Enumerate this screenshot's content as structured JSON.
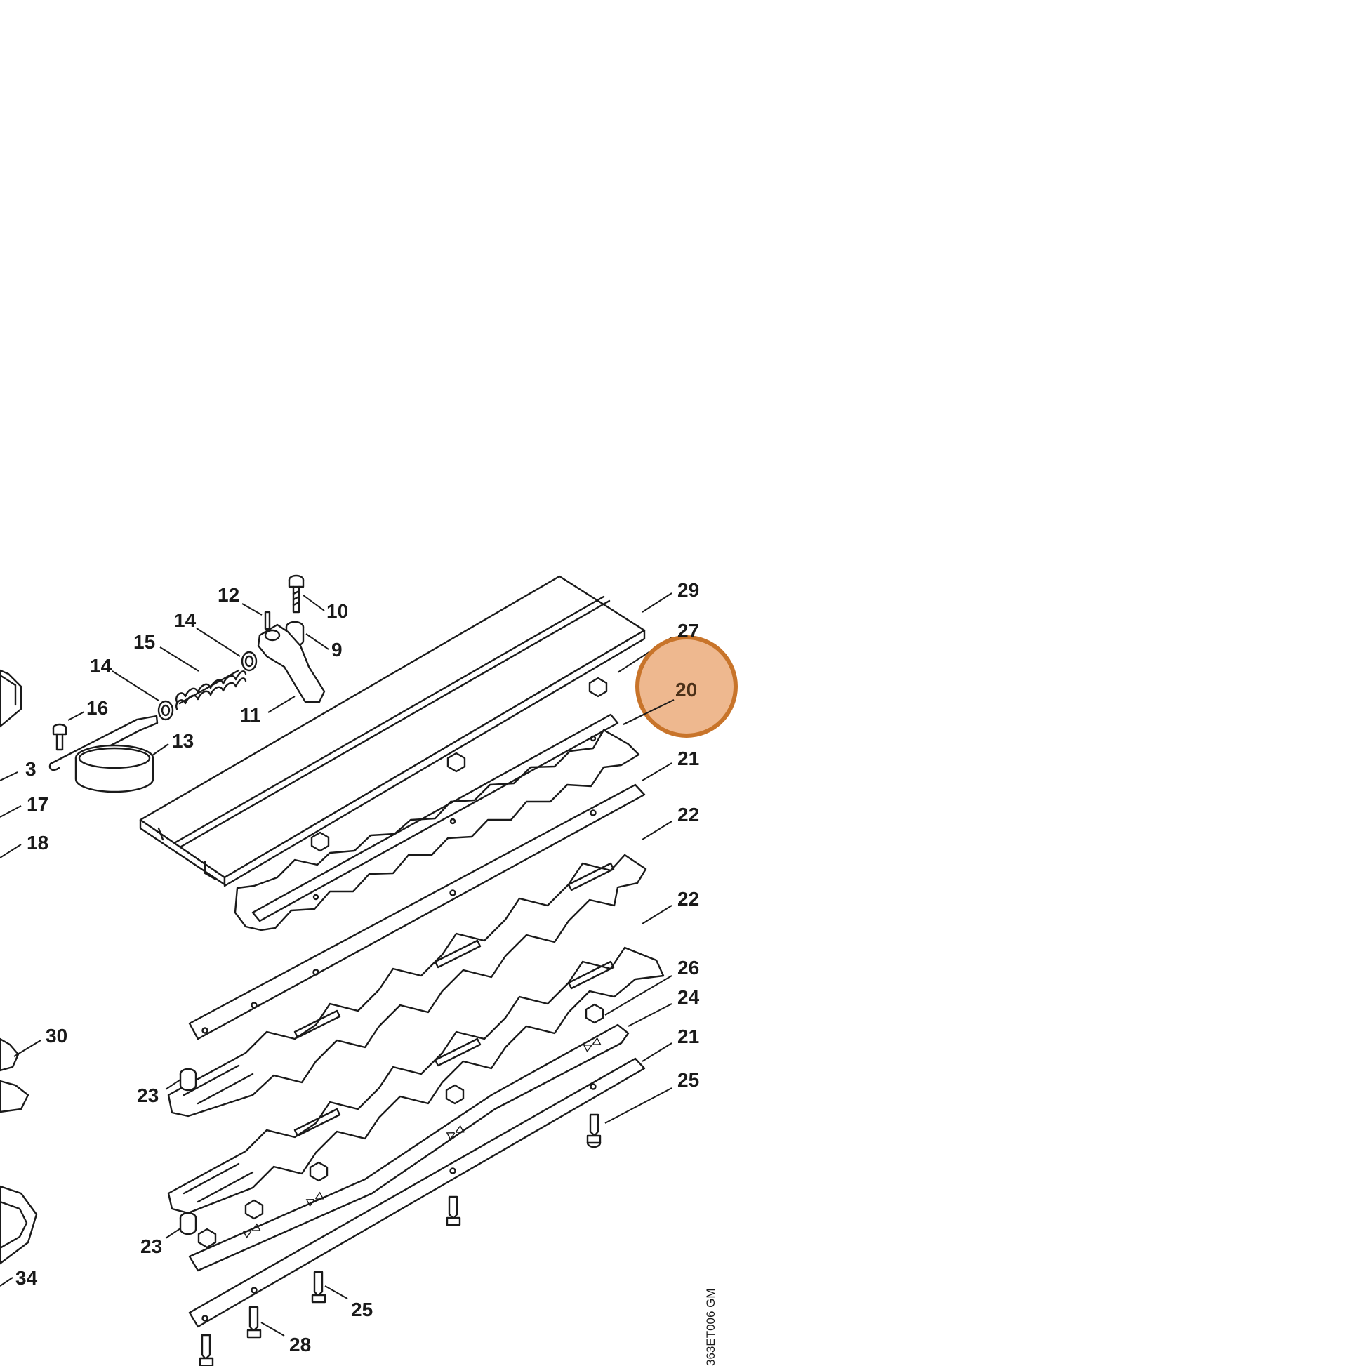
{
  "callouts": [
    {
      "id": "c29",
      "label": "29"
    },
    {
      "id": "c27",
      "label": "27"
    },
    {
      "id": "c20",
      "label": "20"
    },
    {
      "id": "c21a",
      "label": "21"
    },
    {
      "id": "c22a",
      "label": "22"
    },
    {
      "id": "c22b",
      "label": "22"
    },
    {
      "id": "c26",
      "label": "26"
    },
    {
      "id": "c24",
      "label": "24"
    },
    {
      "id": "c21b",
      "label": "21"
    },
    {
      "id": "c25a",
      "label": "25"
    },
    {
      "id": "c12",
      "label": "12"
    },
    {
      "id": "c10",
      "label": "10"
    },
    {
      "id": "c14a",
      "label": "14"
    },
    {
      "id": "c9",
      "label": "9"
    },
    {
      "id": "c15",
      "label": "15"
    },
    {
      "id": "c14b",
      "label": "14"
    },
    {
      "id": "c16",
      "label": "16"
    },
    {
      "id": "c11",
      "label": "11"
    },
    {
      "id": "c13",
      "label": "13"
    },
    {
      "id": "c3",
      "label": "3"
    },
    {
      "id": "c17",
      "label": "17"
    },
    {
      "id": "c18",
      "label": "18"
    },
    {
      "id": "c30",
      "label": "30"
    },
    {
      "id": "c23a",
      "label": "23"
    },
    {
      "id": "c23b",
      "label": "23"
    },
    {
      "id": "c34",
      "label": "34"
    },
    {
      "id": "c25b",
      "label": "25"
    },
    {
      "id": "c28",
      "label": "28"
    }
  ],
  "highlight": {
    "label": "20",
    "color": "#e8a06a",
    "ring_color": "#c8742a"
  },
  "drawing_code": "363ET006 GM"
}
